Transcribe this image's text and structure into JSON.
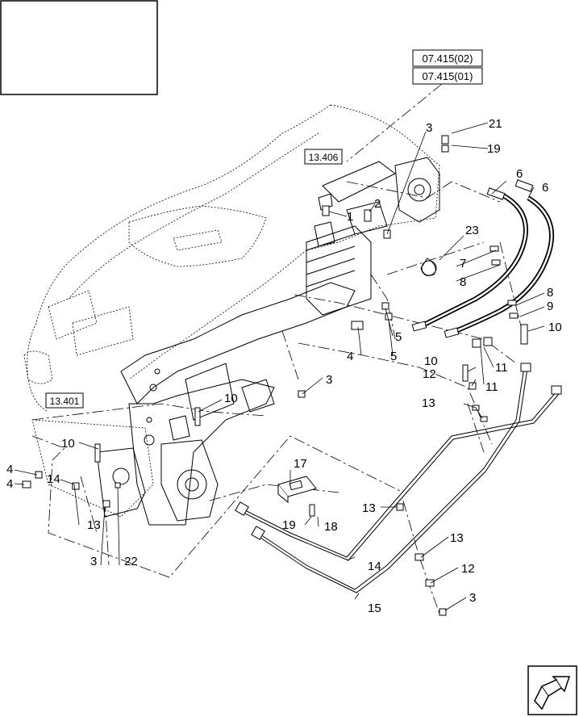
{
  "callouts": {
    "c1": "1",
    "c2": "2",
    "c3a": "3",
    "c3b": "3",
    "c3c": "3",
    "c3d": "3",
    "c4a": "4",
    "c4b": "4",
    "c4c": "4",
    "c5a": "5",
    "c5b": "5",
    "c6a": "6",
    "c6b": "6",
    "c7": "7",
    "c8a": "8",
    "c8b": "8",
    "c9": "9",
    "c10a": "10",
    "c10b": "10",
    "c10c": "10",
    "c10d": "10",
    "c11a": "11",
    "c11b": "11",
    "c12a": "12",
    "c12b": "12",
    "c13a": "13",
    "c13b": "13",
    "c13c": "13",
    "c13d": "13",
    "c14a": "14",
    "c14b": "14",
    "c15": "15",
    "c17": "17",
    "c18": "18",
    "c19a": "19",
    "c19b": "19",
    "c21": "21",
    "c22": "22",
    "c23": "23"
  },
  "refs": {
    "ref_07415_02": "07.415(02)",
    "ref_07415_01": "07.415(01)",
    "ref_13406": "13.406",
    "ref_13401": "13.401"
  },
  "colors": {
    "line": "#000000",
    "background": "#ffffff",
    "hose": "#000000"
  },
  "icons": {
    "nav": "next-page-arrow-icon"
  }
}
